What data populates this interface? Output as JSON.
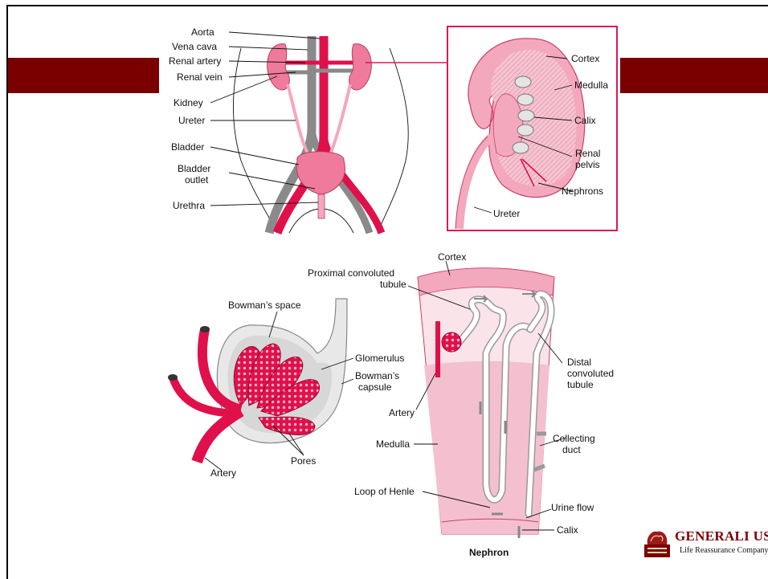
{
  "colors": {
    "brand_red": "#7a0000",
    "tissue_pink": "#f4a8bd",
    "artery_red": "#e0104a",
    "vein_gray": "#8a8a8a",
    "inset_border": "#d81a5a"
  },
  "urinary_system": {
    "labels": {
      "aorta": "Aorta",
      "vena_cava": "Vena cava",
      "renal_artery": "Renal artery",
      "renal_vein": "Renal vein",
      "kidney": "Kidney",
      "ureter": "Ureter",
      "bladder": "Bladder",
      "bladder_outlet_1": "Bladder",
      "bladder_outlet_2": "outlet",
      "urethra": "Urethra"
    }
  },
  "kidney_section": {
    "labels": {
      "cortex": "Cortex",
      "medulla": "Medulla",
      "calix": "Calix",
      "renal_pelvis_1": "Renal",
      "renal_pelvis_2": "pelvis",
      "nephrons": "Nephrons",
      "ureter": "Ureter"
    }
  },
  "glomerulus_detail": {
    "labels": {
      "bowmans_space": "Bowman’s space",
      "glomerulus": "Glomerulus",
      "bowmans_capsule_1": "Bowman’s",
      "bowmans_capsule_2": "capsule",
      "pores": "Pores",
      "artery": "Artery"
    }
  },
  "nephron_detail": {
    "title": "Nephron",
    "labels": {
      "cortex": "Cortex",
      "proximal_1": "Proximal convoluted",
      "proximal_2": "tubule",
      "distal_1": "Distal",
      "distal_2": "convoluted",
      "distal_3": "tubule",
      "artery": "Artery",
      "medulla": "Medulla",
      "collecting_1": "Collecting",
      "collecting_2": "duct",
      "loop_of_henle": "Loop of Henle",
      "urine_flow": "Urine flow",
      "calix": "Calix"
    }
  },
  "logo": {
    "name": "GENERALI USA",
    "tagline": "Life Reassurance Company",
    "emblem": "lion-emblem-icon"
  }
}
